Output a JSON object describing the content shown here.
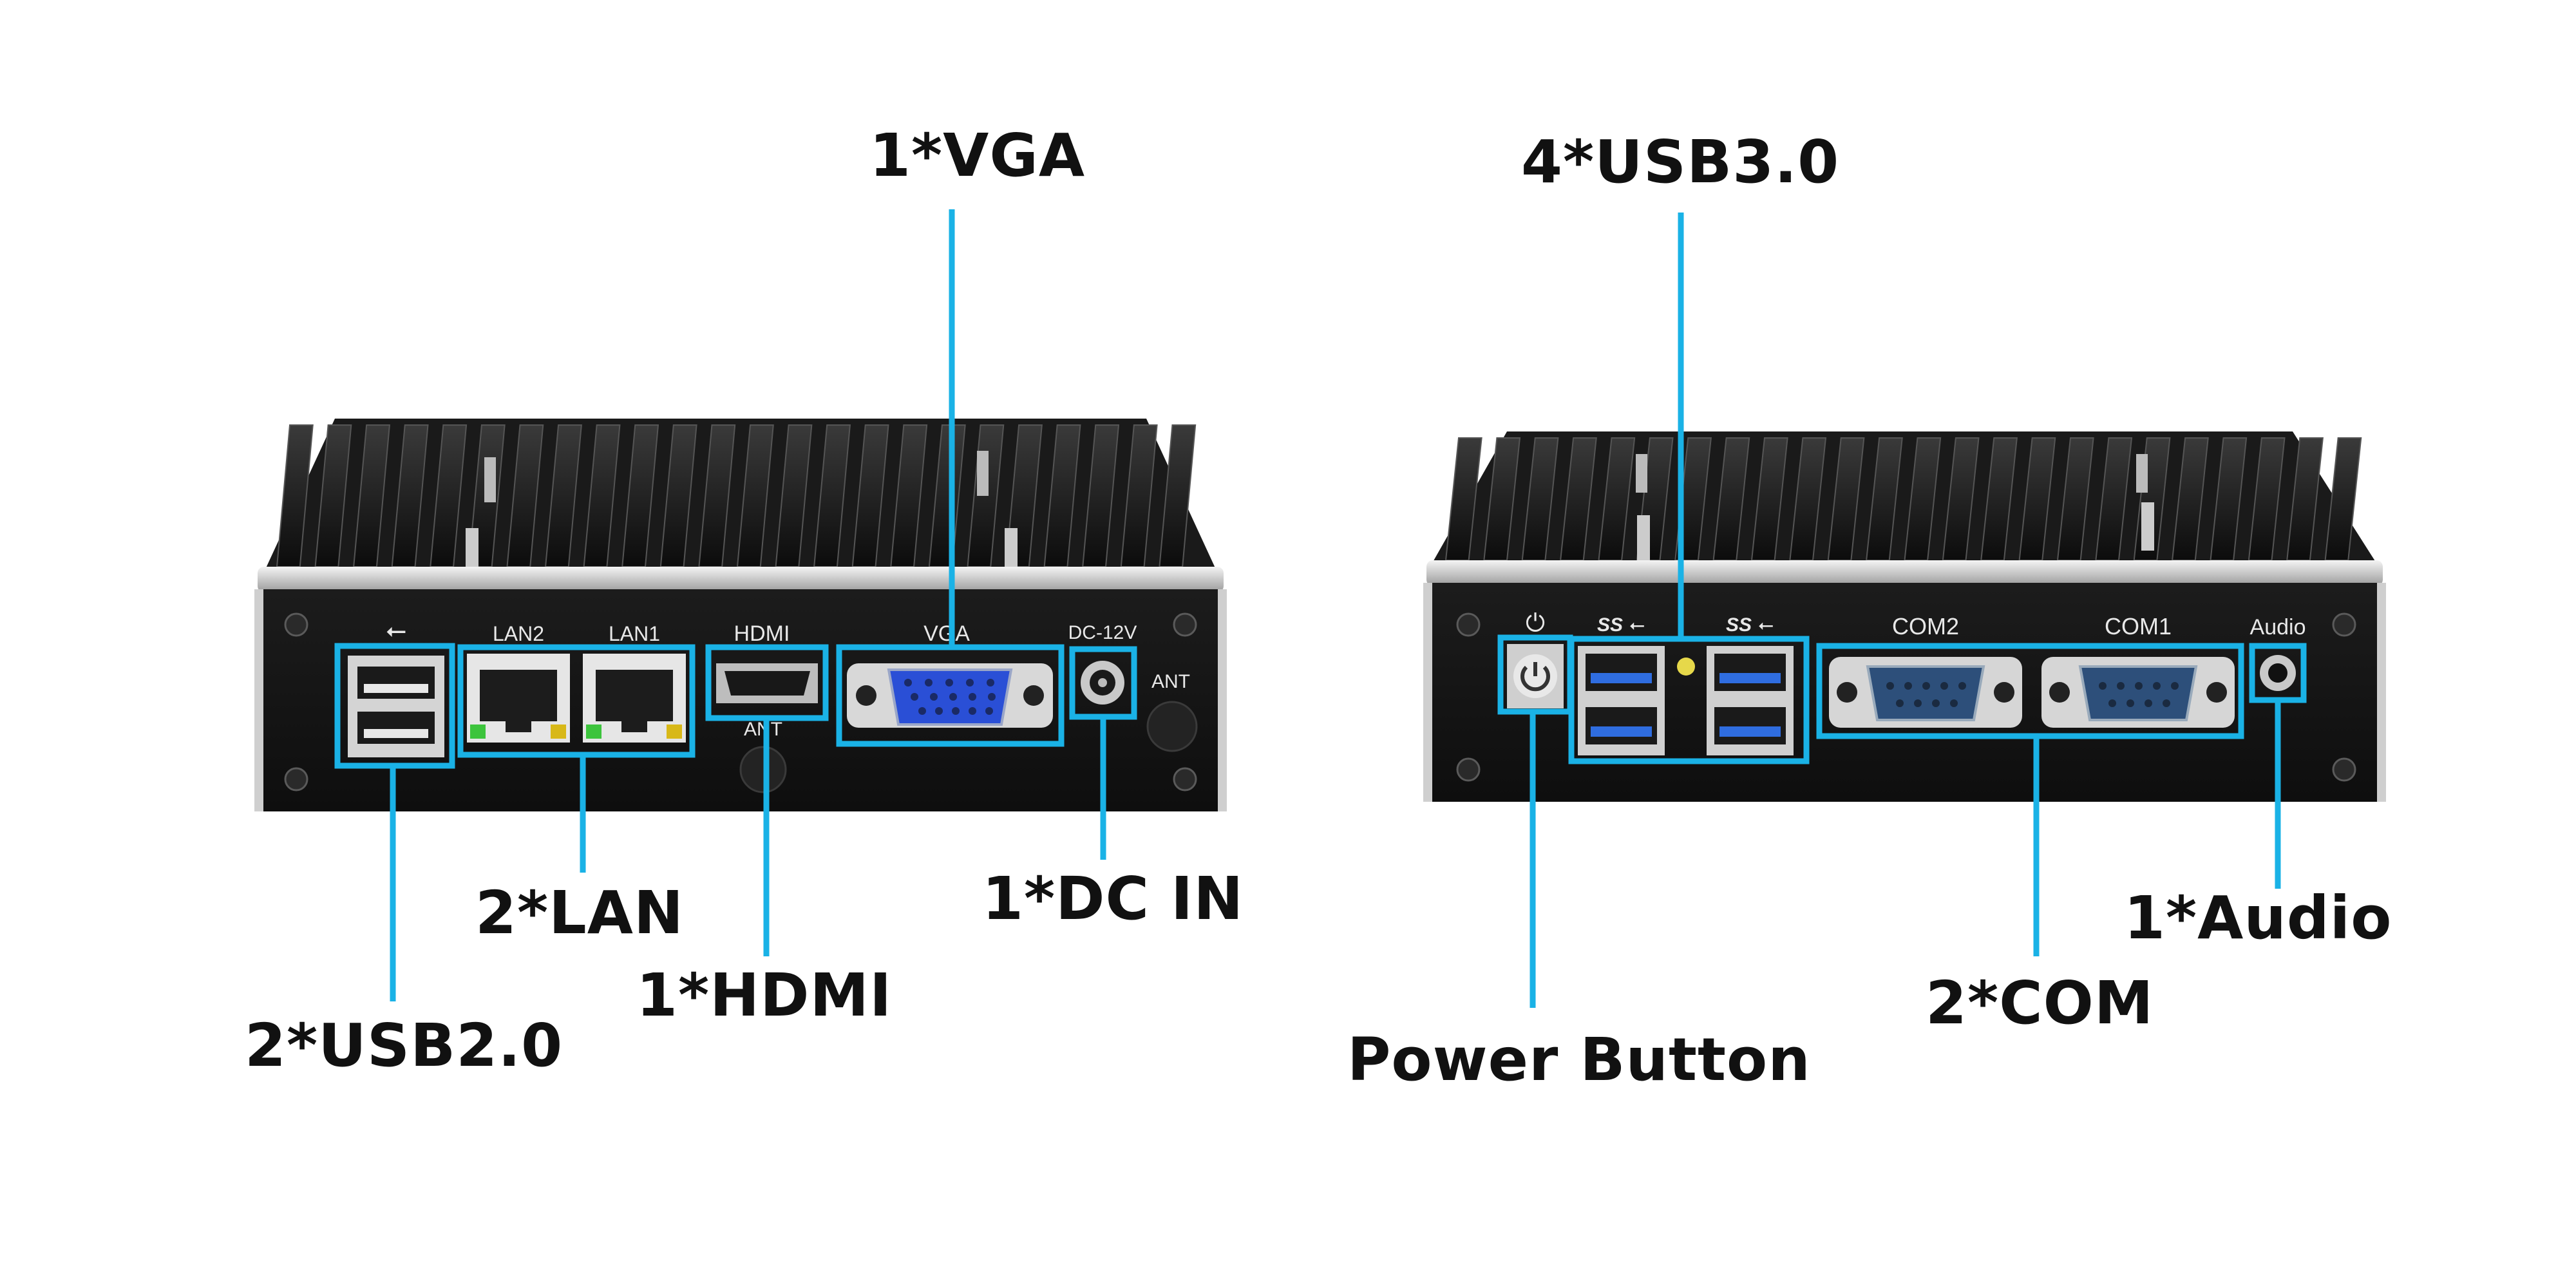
{
  "colors": {
    "accent": "#1ab2e6",
    "chassis": "#161616",
    "fin": "#2a2a2a",
    "panel": "#121212",
    "vga_blue": "#2a4fd6",
    "com_blue": "#2d4f7a",
    "usb3_blue": "#2f6de0",
    "led_green": "#3cc43c",
    "led_yellow": "#d8b818"
  },
  "left_unit": {
    "port_labels": {
      "usb_symbol": "usb-icon",
      "lan2": "LAN2",
      "lan1": "LAN1",
      "hdmi": "HDMI",
      "vga": "VGA",
      "dc": "DC-12V",
      "ant_right": "ANT",
      "ant_bottom": "ANT"
    },
    "callouts": {
      "vga": "1*VGA",
      "lan": "2*LAN",
      "hdmi": "1*HDMI",
      "dc_in": "1*DC IN",
      "usb2": "2*USB2.0"
    }
  },
  "right_unit": {
    "port_labels": {
      "power_symbol": "power-icon",
      "ss_usb_left": "SS",
      "ss_usb_right": "SS",
      "com2": "COM2",
      "com1": "COM1",
      "audio": "Audio"
    },
    "callouts": {
      "usb3": "4*USB3.0",
      "audio": "1*Audio",
      "com": "2*COM",
      "power_button": "Power Button"
    }
  }
}
